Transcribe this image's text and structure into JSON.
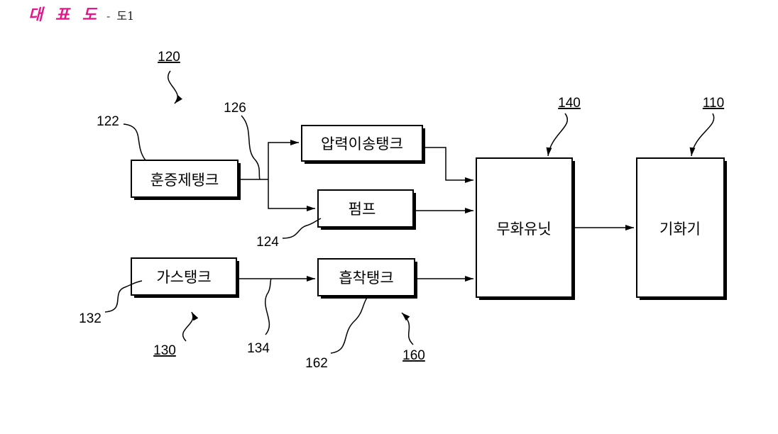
{
  "header": {
    "title": "대 표 도",
    "separator": "-",
    "figure": "도1"
  },
  "boxes": {
    "fumigant_tank": "훈증제탱크",
    "pressure_tank": "압력이송탱크",
    "pump": "펌프",
    "gas_tank": "가스탱크",
    "adsorption_tank": "흡착탱크",
    "fogging_unit": "무화유닛",
    "vaporizer": "기화기"
  },
  "refs": {
    "r120": "120",
    "r122": "122",
    "r126": "126",
    "r124": "124",
    "r132": "132",
    "r130": "130",
    "r134": "134",
    "r162": "162",
    "r160": "160",
    "r140": "140",
    "r110": "110"
  }
}
